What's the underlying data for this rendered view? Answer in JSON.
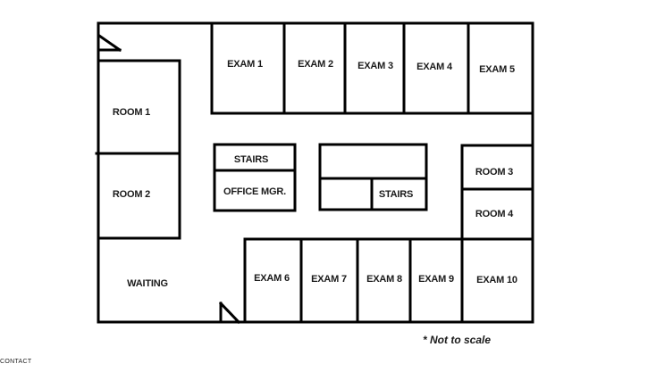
{
  "diagram": {
    "type": "floor-plan",
    "rooms": {
      "exam_1": "EXAM 1",
      "exam_2": "EXAM 2",
      "exam_3": "EXAM 3",
      "exam_4": "EXAM 4",
      "exam_5": "EXAM 5",
      "exam_6": "EXAM 6",
      "exam_7": "EXAM 7",
      "exam_8": "EXAM 8",
      "exam_9": "EXAM 9",
      "exam_10": "EXAM 10",
      "room_1": "ROOM 1",
      "room_2": "ROOM 2",
      "room_3": "ROOM 3",
      "room_4": "ROOM 4",
      "waiting": "WAITING",
      "stairs_left": "STAIRS",
      "office_mgr": "OFFICE MGR.",
      "stairs_right": "STAIRS"
    },
    "note": "* Not to scale",
    "line_color": "#000000"
  },
  "footer": {
    "label": "CONTACT"
  }
}
